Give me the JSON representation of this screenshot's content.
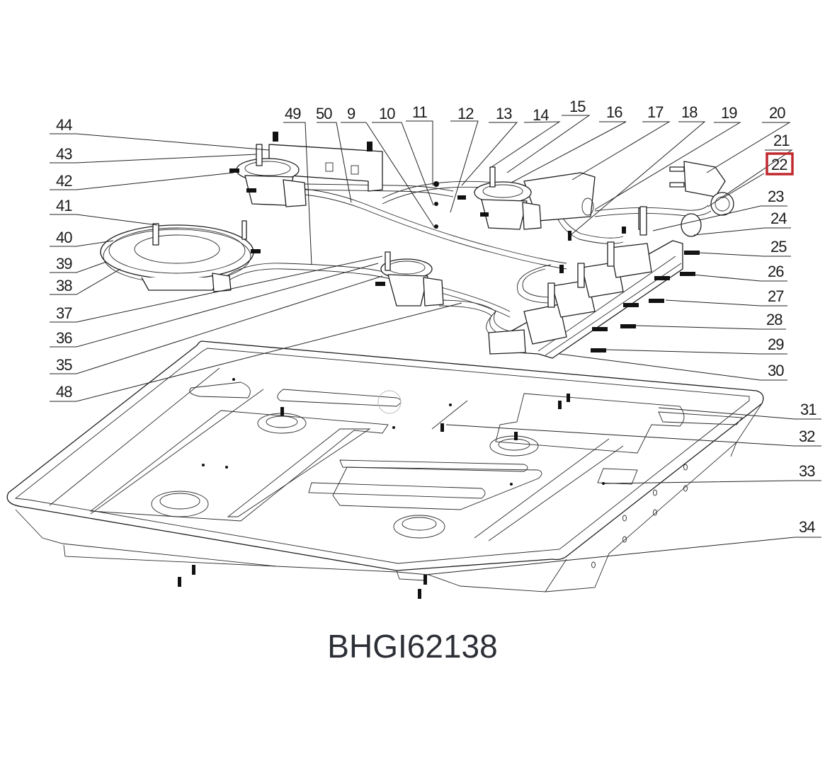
{
  "diagram": {
    "title": "BHGI62138",
    "highlighted_part": "22",
    "highlight_color": "#c0282e",
    "line_color": "#1e1e1e",
    "title_color": "#2c2f36",
    "callouts": [
      {
        "id": "c44",
        "label": "44"
      },
      {
        "id": "c43",
        "label": "43"
      },
      {
        "id": "c42",
        "label": "42"
      },
      {
        "id": "c41",
        "label": "41"
      },
      {
        "id": "c40",
        "label": "40"
      },
      {
        "id": "c39",
        "label": "39"
      },
      {
        "id": "c38",
        "label": "38"
      },
      {
        "id": "c37",
        "label": "37"
      },
      {
        "id": "c36",
        "label": "36"
      },
      {
        "id": "c35",
        "label": "35"
      },
      {
        "id": "c48",
        "label": "48"
      },
      {
        "id": "c49",
        "label": "49"
      },
      {
        "id": "c50",
        "label": "50"
      },
      {
        "id": "c9",
        "label": "9"
      },
      {
        "id": "c10",
        "label": "10"
      },
      {
        "id": "c11",
        "label": "11"
      },
      {
        "id": "c12",
        "label": "12"
      },
      {
        "id": "c13",
        "label": "13"
      },
      {
        "id": "c14",
        "label": "14"
      },
      {
        "id": "c15",
        "label": "15"
      },
      {
        "id": "c16",
        "label": "16"
      },
      {
        "id": "c17",
        "label": "17"
      },
      {
        "id": "c18",
        "label": "18"
      },
      {
        "id": "c19",
        "label": "19"
      },
      {
        "id": "c20",
        "label": "20"
      },
      {
        "id": "c21",
        "label": "21"
      },
      {
        "id": "c22",
        "label": "22"
      },
      {
        "id": "c23",
        "label": "23"
      },
      {
        "id": "c24",
        "label": "24"
      },
      {
        "id": "c25",
        "label": "25"
      },
      {
        "id": "c26",
        "label": "26"
      },
      {
        "id": "c27",
        "label": "27"
      },
      {
        "id": "c28",
        "label": "28"
      },
      {
        "id": "c29",
        "label": "29"
      },
      {
        "id": "c30",
        "label": "30"
      },
      {
        "id": "c31",
        "label": "31"
      },
      {
        "id": "c32",
        "label": "32"
      },
      {
        "id": "c33",
        "label": "33"
      },
      {
        "id": "c34",
        "label": "34"
      }
    ]
  }
}
